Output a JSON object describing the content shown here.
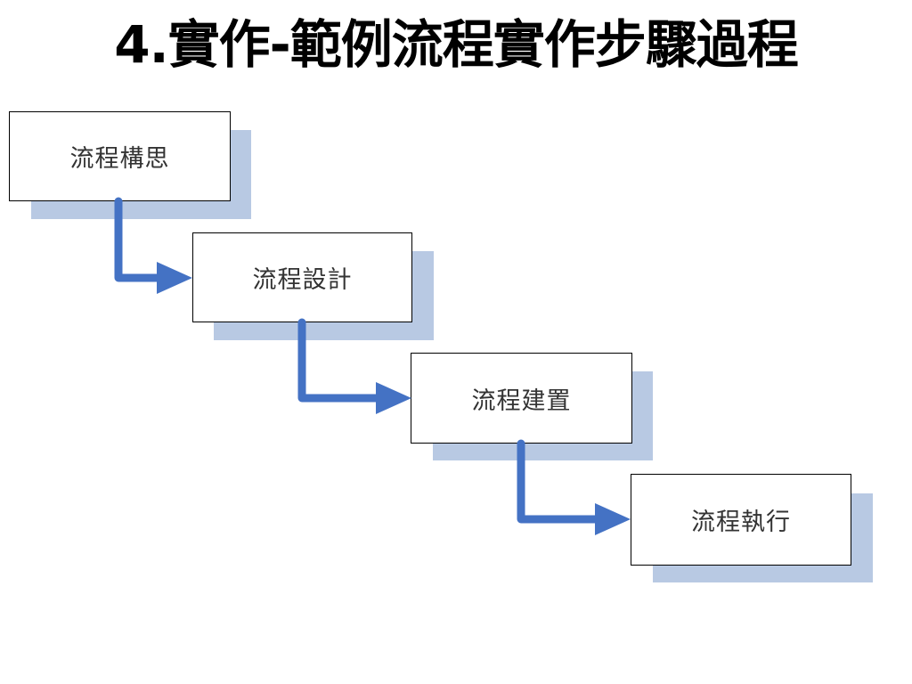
{
  "slide": {
    "title": "4.實作-範例流程實作步驟過程"
  },
  "diagram": {
    "steps": [
      {
        "label": "流程構思"
      },
      {
        "label": "流程設計"
      },
      {
        "label": "流程建置"
      },
      {
        "label": "流程執行"
      }
    ],
    "colors": {
      "arrow": "#4472c4",
      "shadow": "#b8c9e3",
      "box_border": "#000000",
      "box_fill": "#ffffff"
    }
  }
}
